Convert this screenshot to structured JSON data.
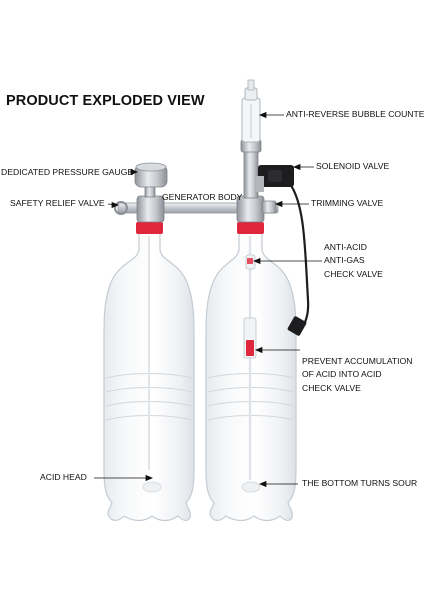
{
  "title": "PRODUCT EXPLODED VIEW",
  "labels": {
    "anti_reverse": "ANTI-REVERSE BUBBLE COUNTER",
    "solenoid": "SOLENOID VALVE",
    "pressure_gauge": "DEDICATED PRESSURE GAUGE",
    "generator_body": "GENERATOR BODY",
    "safety_relief": "SAFETY RELIEF VALVE",
    "trimming": "TRIMMING VALVE",
    "anti_acid": [
      "ANTI-ACID",
      "ANTI-GAS",
      "CHECK VALVE"
    ],
    "prevent_accumulation": [
      "PREVENT ACCUMULATION",
      "OF ACID INTO ACID",
      "CHECK VALVE"
    ],
    "acid_head": "ACID HEAD",
    "bottom_sour": "THE BOTTOM TURNS SOUR"
  },
  "colors": {
    "bottle_outline": "#c9cfd6",
    "cap_red": "#e0263a",
    "metal": "#b8bcc2",
    "solenoid_black": "#1d1d1f"
  }
}
